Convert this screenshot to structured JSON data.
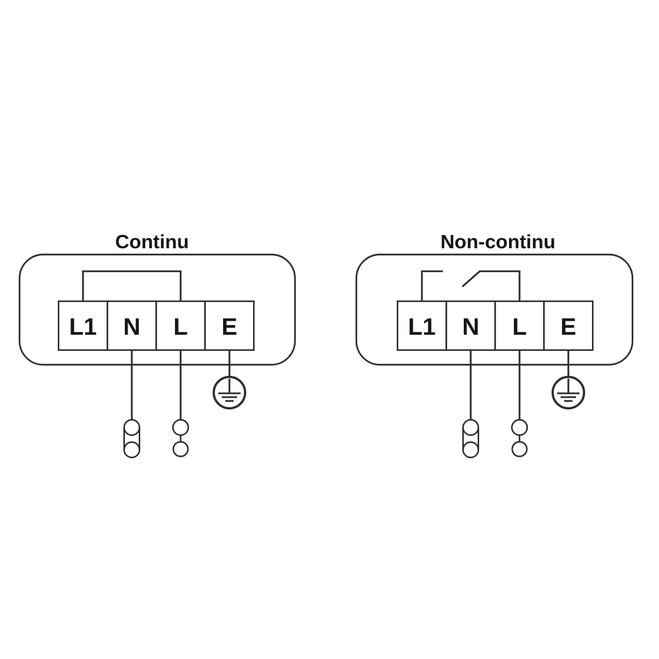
{
  "colors": {
    "background": "#ffffff",
    "line": "#2d2d2d",
    "text": "#161616"
  },
  "diagrams": {
    "continu": {
      "title": "Continu",
      "terminals": [
        "L1",
        "N",
        "L",
        "E"
      ],
      "bridge": "closed-link-L1-to-L",
      "icons": [
        "earth-ground-icon",
        "double-circle-capsule-connector-icon",
        "double-circle-pair-connector-icon"
      ]
    },
    "non_continu": {
      "title": "Non-continu",
      "terminals": [
        "L1",
        "N",
        "L",
        "E"
      ],
      "bridge": "open-switch-link-L1-to-L",
      "icons": [
        "earth-ground-icon",
        "double-circle-capsule-connector-icon",
        "double-circle-pair-connector-icon"
      ]
    }
  }
}
